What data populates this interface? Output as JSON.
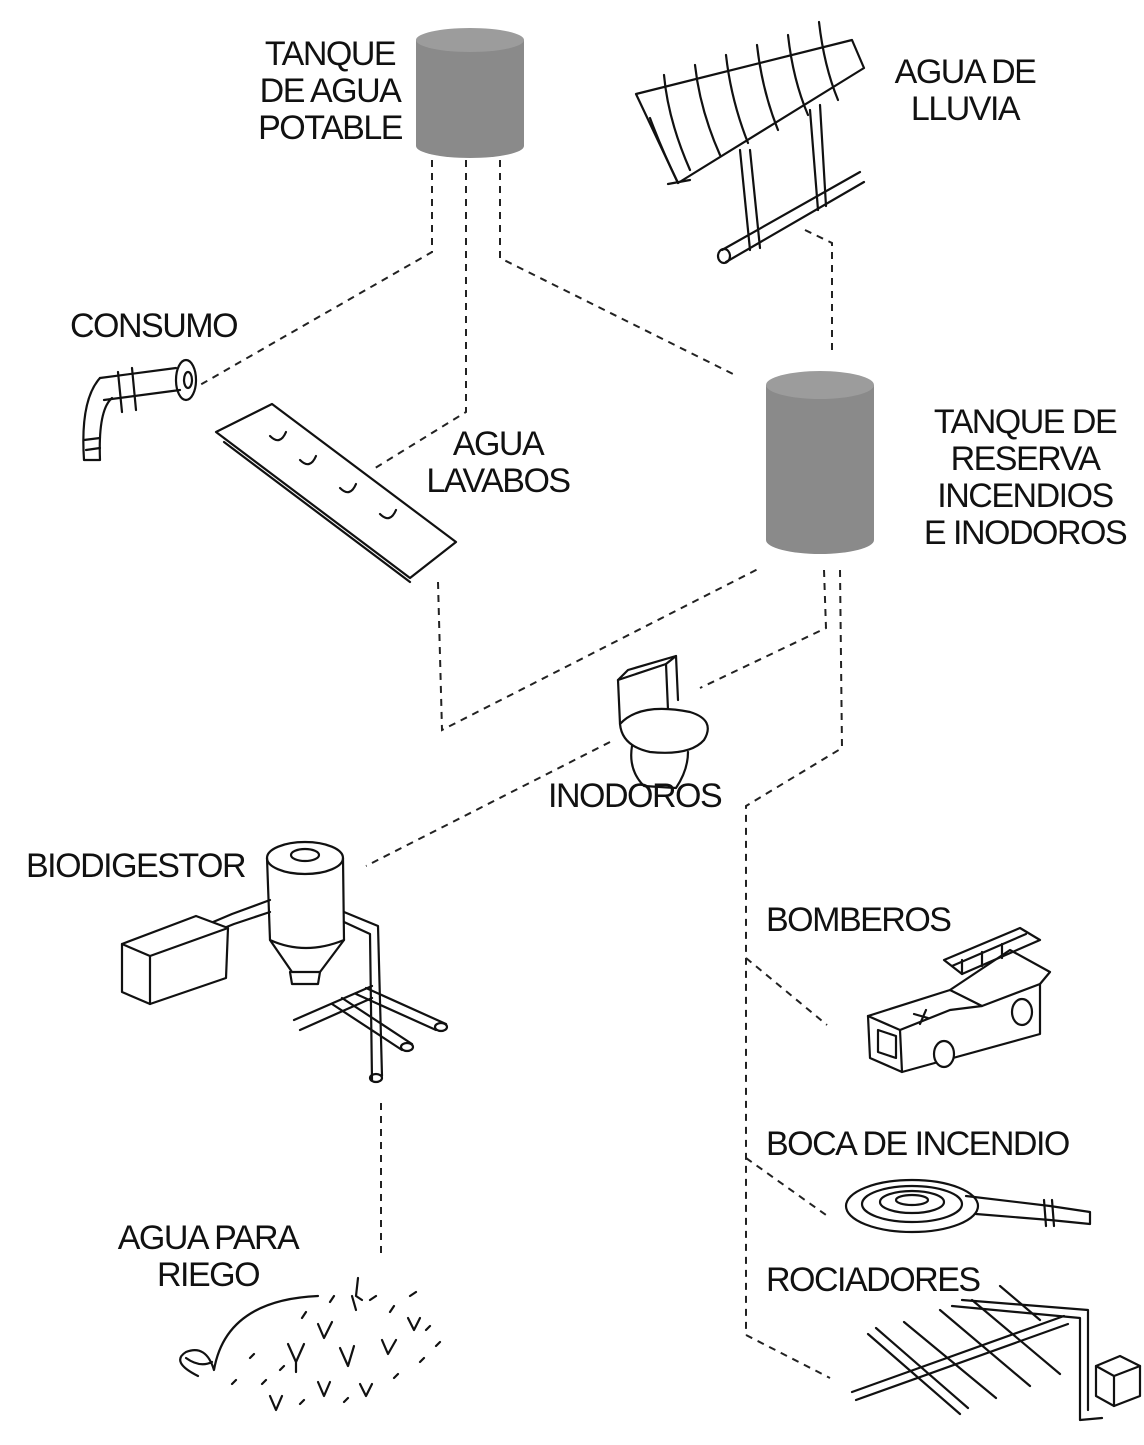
{
  "colors": {
    "tank_fill": "#8a8a8a",
    "line": "#111111",
    "background": "#ffffff"
  },
  "icons": [
    "water-tank-icon",
    "rain-collector-icon",
    "faucet-icon",
    "washbasin-icon",
    "reserve-tank-icon",
    "toilet-icon",
    "biodigester-icon",
    "plants-icon",
    "fire-truck-icon",
    "fire-hose-icon",
    "sprinkler-icon"
  ],
  "labels": {
    "potable_tank": [
      "TANQUE",
      "DE AGUA",
      "POTABLE"
    ],
    "rainwater": [
      "AGUA DE",
      "LLUVIA"
    ],
    "consumption": "CONSUMO",
    "sinks": [
      "AGUA",
      "LAVABOS"
    ],
    "reserve_tank": [
      "TANQUE DE",
      "RESERVA",
      "INCENDIOS",
      "E INODOROS"
    ],
    "toilets": "INODOROS",
    "biodigester": "BIODIGESTOR",
    "irrigation": [
      "AGUA PARA",
      "RIEGO"
    ],
    "firefighters": "BOMBEROS",
    "hydrant": "BOCA DE INCENDIO",
    "sprinklers": "ROCIADORES"
  }
}
